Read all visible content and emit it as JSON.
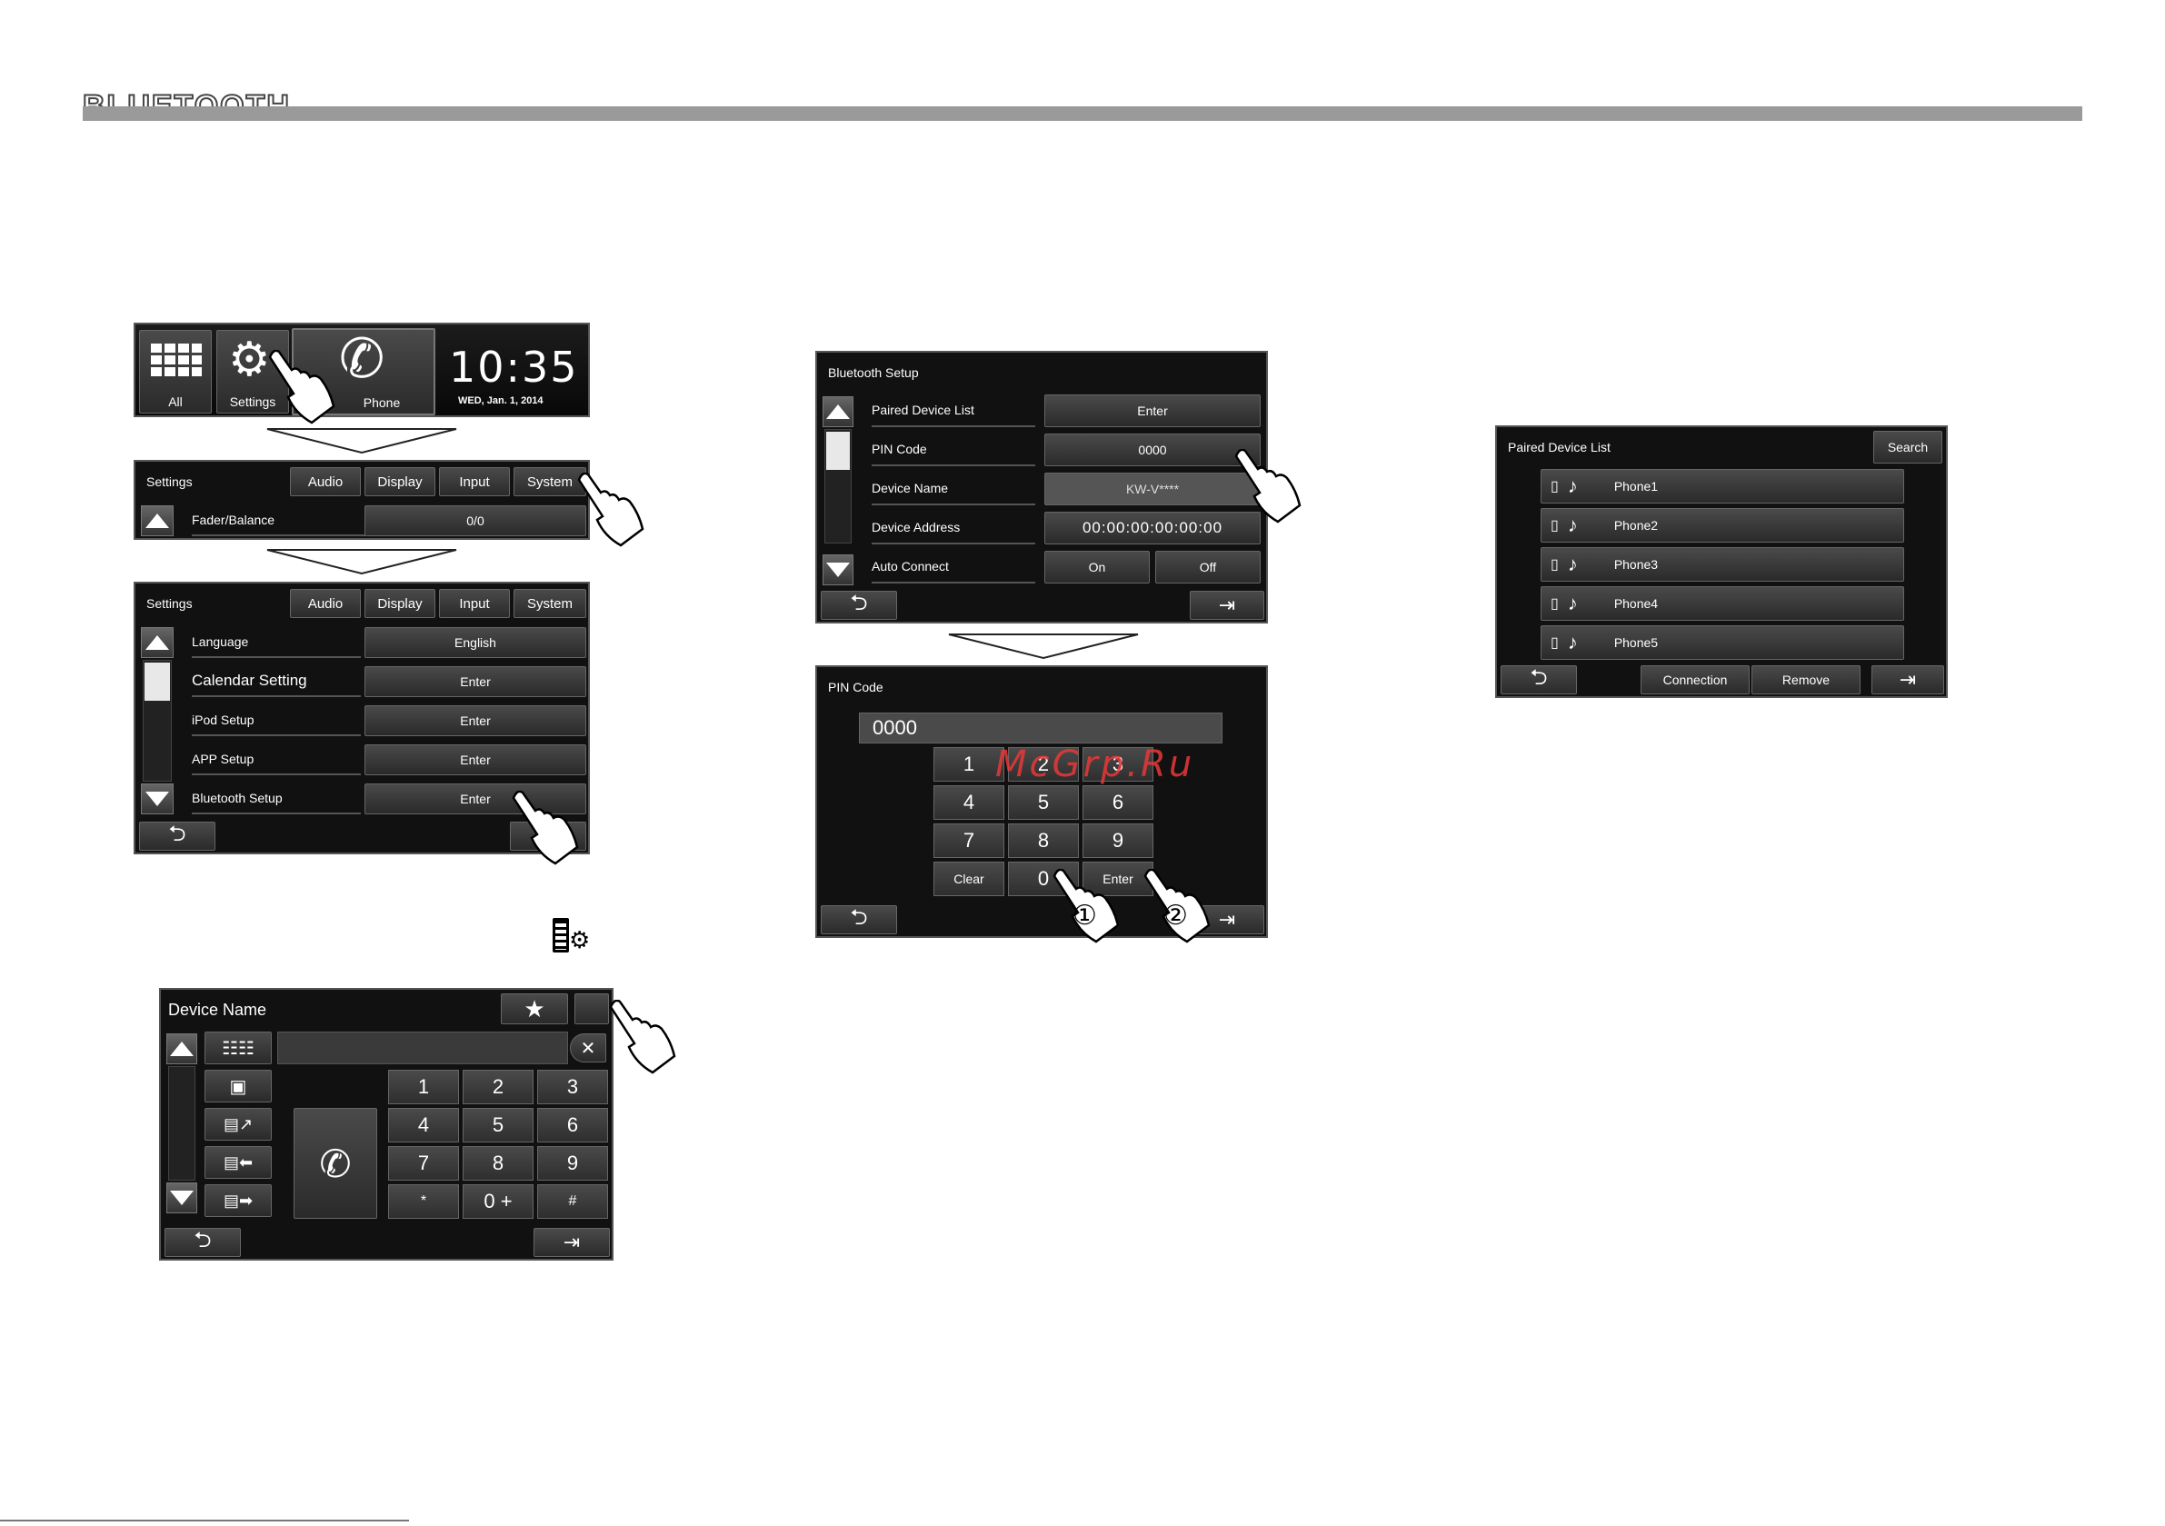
{
  "header": {
    "title": "BLUETOOTH"
  },
  "home": {
    "all": "All",
    "settings": "Settings",
    "phone": "Phone",
    "time": "10:35",
    "date": "WED, Jan. 1, 2014"
  },
  "settings1": {
    "title": "Settings",
    "tabs": [
      "Audio",
      "Display",
      "Input",
      "System"
    ],
    "row_label": "Fader/Balance",
    "row_value": "0/0"
  },
  "settings2": {
    "title": "Settings",
    "tabs": [
      "Audio",
      "Display",
      "Input",
      "System"
    ],
    "rows": [
      {
        "label": "Language",
        "value": "English"
      },
      {
        "label": "Calendar Setting",
        "value": "Enter"
      },
      {
        "label": "iPod Setup",
        "value": "Enter"
      },
      {
        "label": "APP Setup",
        "value": "Enter"
      },
      {
        "label": "Bluetooth Setup",
        "value": "Enter"
      }
    ]
  },
  "phone_screen": {
    "title": "Device Name",
    "star": "★",
    "keys": [
      "1",
      "2",
      "3",
      "4",
      "5",
      "6",
      "7",
      "8",
      "9",
      "*",
      "0 +",
      "#"
    ]
  },
  "bt_setup": {
    "title": "Bluetooth Setup",
    "rows": [
      {
        "label": "Paired Device List",
        "value": "Enter"
      },
      {
        "label": "PIN Code",
        "value": "0000"
      },
      {
        "label": "Device Name",
        "value": "KW-V****"
      },
      {
        "label": "Device Address",
        "value": "00:00:00:00:00:00"
      },
      {
        "label": "Auto Connect",
        "on": "On",
        "off": "Off"
      }
    ]
  },
  "pin": {
    "title": "PIN Code",
    "value": "0000",
    "keys": [
      "1",
      "2",
      "3",
      "4",
      "5",
      "6",
      "7",
      "8",
      "9",
      "Clear",
      "0",
      "Enter"
    ],
    "step1": "①",
    "step2": "②"
  },
  "watermark": "McGrp.Ru",
  "paired": {
    "title": "Paired Device List",
    "search": "Search",
    "devices": [
      "Phone1",
      "Phone2",
      "Phone3",
      "Phone4",
      "Phone5"
    ],
    "connection": "Connection",
    "remove": "Remove"
  }
}
